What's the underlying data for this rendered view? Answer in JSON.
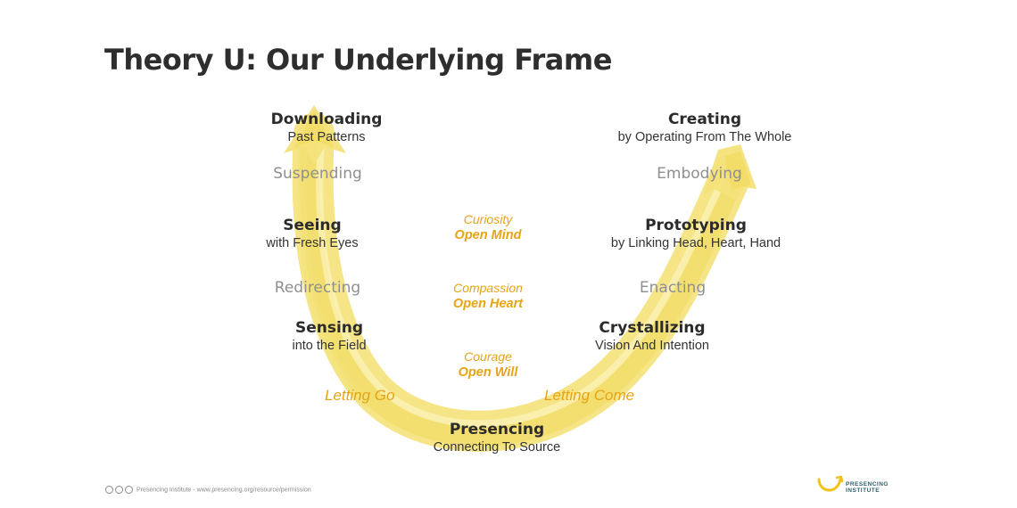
{
  "title": "Theory U: Our Underlying Frame",
  "colors": {
    "accent": "#e8a315",
    "swoosh": "#f4e27a",
    "text": "#2b2b2b",
    "muted": "#8f8f8f"
  },
  "left": {
    "downloading": {
      "name": "Downloading",
      "desc": "Past Patterns"
    },
    "suspending": "Suspending",
    "seeing": {
      "name": "Seeing",
      "desc": "with Fresh Eyes"
    },
    "redirecting": "Redirecting",
    "sensing": {
      "name": "Sensing",
      "desc": "into the Field"
    },
    "letting_go": "Letting Go"
  },
  "bottom": {
    "presencing": {
      "name": "Presencing",
      "desc": "Connecting To Source"
    }
  },
  "right": {
    "creating": {
      "name": "Creating",
      "desc": "by Operating From The Whole"
    },
    "embodying": "Embodying",
    "prototyping": {
      "name": "Prototyping",
      "desc": "by Linking Head, Heart, Hand"
    },
    "enacting": "Enacting",
    "crystallizing": {
      "name": "Crystallizing",
      "desc": "Vision And Intention"
    },
    "letting_come": "Letting Come"
  },
  "center": {
    "curiosity": {
      "q1": "Curiosity",
      "q2": "Open Mind"
    },
    "compassion": {
      "q1": "Compassion",
      "q2": "Open Heart"
    },
    "courage": {
      "q1": "Courage",
      "q2": "Open Will"
    }
  },
  "footer": {
    "text": "Presencing Institute - www.presencing.org/resource/permission"
  },
  "logo": {
    "line1": "PRESENCING",
    "line2": "INSTITUTE"
  }
}
